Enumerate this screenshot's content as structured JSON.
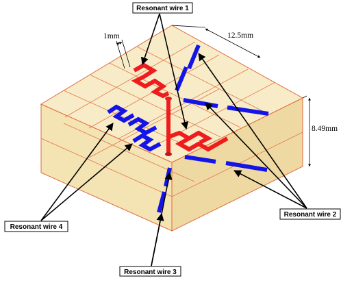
{
  "labels": {
    "wire1": "Resonant wire 1",
    "wire2": "Resonant wire 2",
    "wire3": "Resonant wire 3",
    "wire4": "Resonant wire 4"
  },
  "dimensions": {
    "gap": "1mm",
    "width": "12.5mm",
    "height": "8.49mm"
  },
  "colors": {
    "substrate": "#f6e7bd",
    "edge": "#e06a3c",
    "wire_red": "#ee1c1c",
    "wire_blue": "#1414e8"
  }
}
